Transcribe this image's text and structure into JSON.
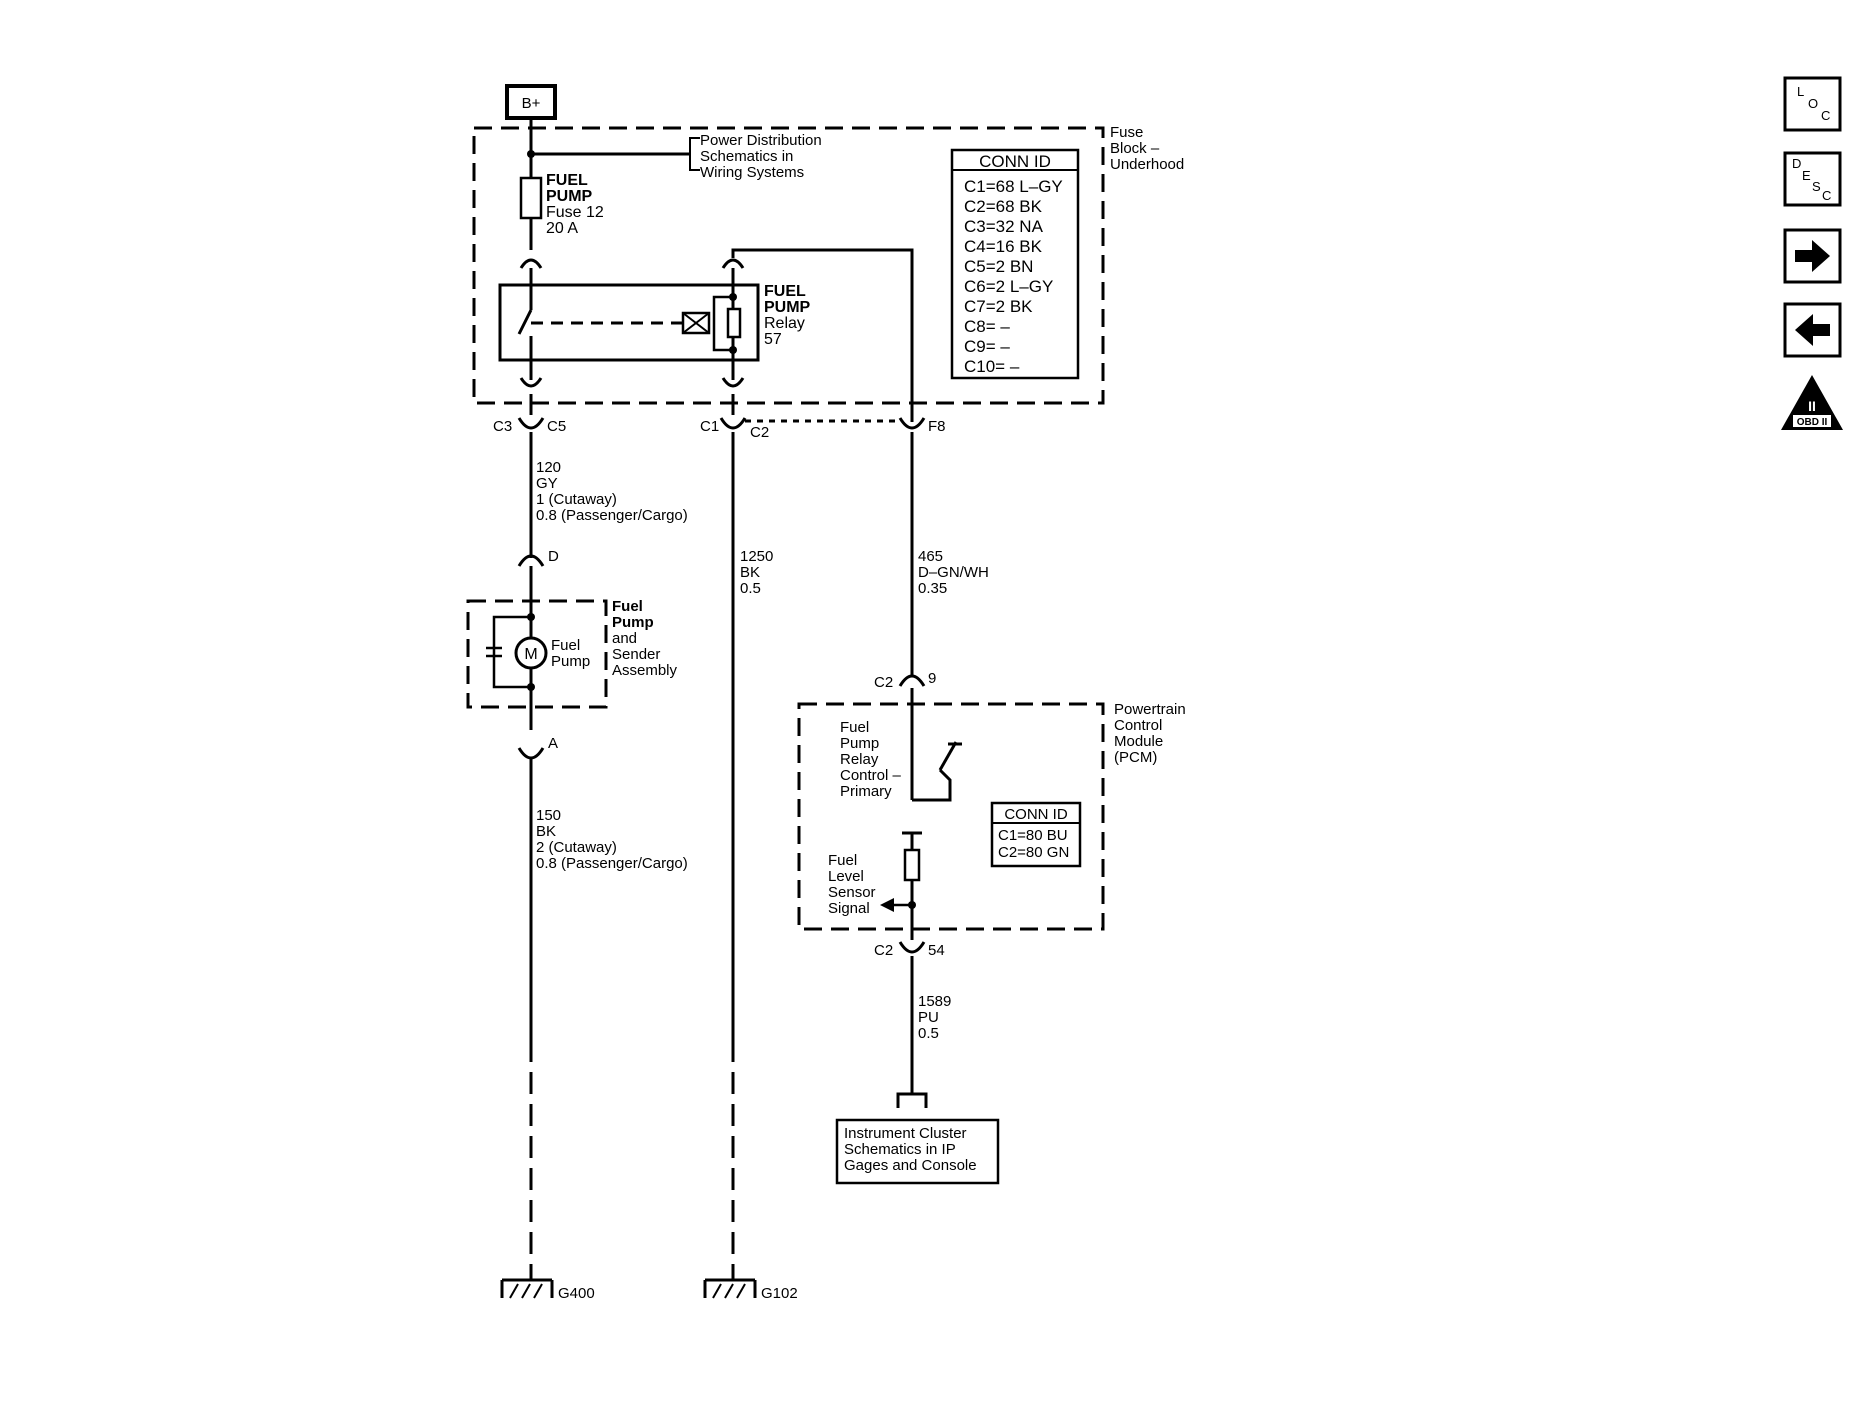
{
  "power": {
    "b_plus": "B+"
  },
  "fuse_block": {
    "title_lines": [
      "Fuse",
      "Block –",
      "Underhood"
    ],
    "pd_ref_lines": [
      "Power Distribution",
      "Schematics in",
      "Wiring Systems"
    ],
    "fuse_lines": [
      "FUEL",
      "PUMP",
      "Fuse 12",
      "20 A"
    ],
    "relay_lines": [
      "FUEL",
      "PUMP",
      "Relay",
      "57"
    ],
    "conn_title": "CONN ID",
    "conn_rows": [
      "C1=68 L–GY",
      "C2=68 BK",
      "C3=32 NA",
      "C4=16 BK",
      "C5=2 BN",
      "C6=2 L–GY",
      "C7=2 BK",
      "C8= –",
      "C9= –",
      "C10= –"
    ]
  },
  "connectors": {
    "c3": "C3",
    "c5": "C5",
    "c1": "C1",
    "c2": "C2",
    "f8": "F8",
    "d": "D",
    "a": "A",
    "pcm_top_conn": "C2",
    "pcm_top_pin": "9",
    "pcm_bot_conn": "C2",
    "pcm_bot_pin": "54"
  },
  "wires": {
    "w120": [
      "120",
      "GY",
      "1 (Cutaway)",
      "0.8 (Passenger/Cargo)"
    ],
    "w1250": [
      "1250",
      "BK",
      "0.5"
    ],
    "w465": [
      "465",
      "D–GN/WH",
      "0.35"
    ],
    "w150": [
      "150",
      "BK",
      "2 (Cutaway)",
      "0.8 (Passenger/Cargo)"
    ],
    "w1589": [
      "1589",
      "PU",
      "0.5"
    ]
  },
  "fuel_pump": {
    "motor_symbol": "M",
    "motor_label_lines": [
      "Fuel",
      "Pump"
    ],
    "assembly_lines": [
      "Fuel",
      "Pump",
      "and",
      "Sender",
      "Assembly"
    ]
  },
  "pcm": {
    "title_lines": [
      "Powertrain",
      "Control",
      "Module",
      "(PCM)"
    ],
    "relay_ctrl_lines": [
      "Fuel",
      "Pump",
      "Relay",
      "Control –",
      "Primary"
    ],
    "level_lines": [
      "Fuel",
      "Level",
      "Sensor",
      "Signal"
    ],
    "conn_title": "CONN ID",
    "conn_rows": [
      "C1=80 BU",
      "C2=80 GN"
    ]
  },
  "instrument_cluster_lines": [
    "Instrument Cluster",
    "Schematics in IP",
    "Gages and Console"
  ],
  "grounds": {
    "g400": "G400",
    "g102": "G102"
  },
  "side_buttons": {
    "loc": [
      "L",
      "O",
      "C"
    ],
    "desc": [
      "D",
      "E",
      "S",
      "C"
    ],
    "next_icon": "right-arrow-icon",
    "prev_icon": "left-arrow-icon",
    "obd_roman": "II",
    "obd_text": "OBD II"
  }
}
